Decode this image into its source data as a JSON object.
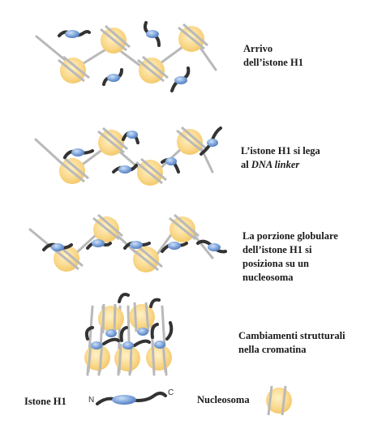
{
  "steps": [
    {
      "line1": "Arrivo",
      "line2": "dell’istone H1"
    },
    {
      "line1": "L’istone H1 si lega",
      "line2_prefix": "al ",
      "line2_italic": "DNA linker"
    },
    {
      "line1": "La porzione globulare",
      "line2": "dell’istone H1 si",
      "line3": "posiziona su un",
      "line4": "nucleosoma"
    },
    {
      "line1": "Cambiamenti strutturali",
      "line2": "nella cromatina"
    }
  ],
  "legend": {
    "histone_label": "Istone H1",
    "n_terminus": "N",
    "c_terminus": "C",
    "nucleosome_label": "Nucleosoma"
  },
  "colors": {
    "nucleosome_fill": "#f9d888",
    "dna_line": "#b5b5b5",
    "histone_tail": "#333333",
    "histone_globular": "#6f9ad6"
  }
}
